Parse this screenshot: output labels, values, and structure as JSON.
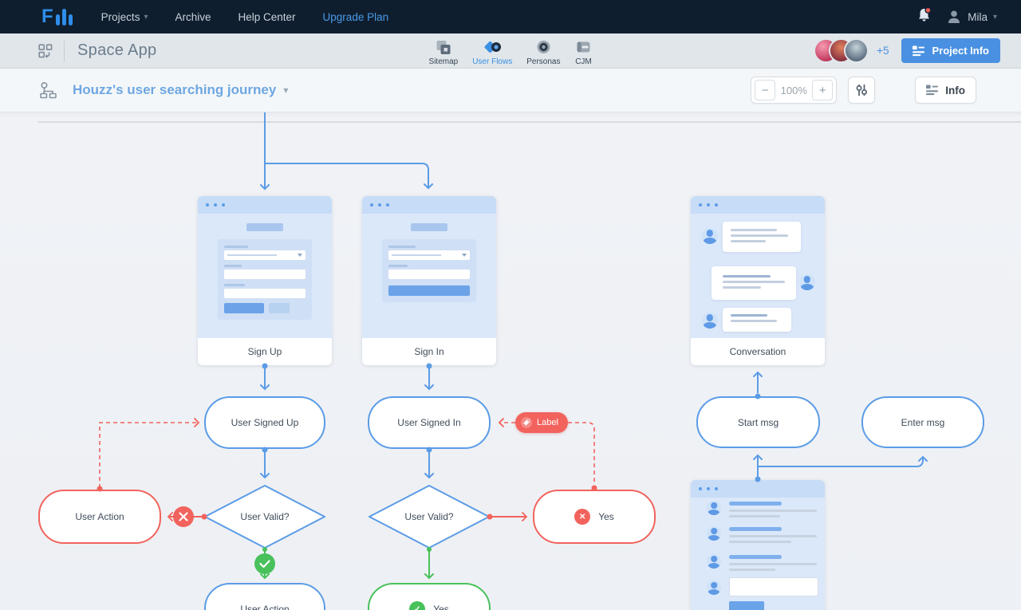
{
  "navbar": {
    "logo_letter": "F",
    "items": [
      {
        "label": "Projects",
        "has_chevron": true
      },
      {
        "label": "Archive"
      },
      {
        "label": "Help Center"
      },
      {
        "label": "Upgrade Plan",
        "highlighted": true
      }
    ],
    "user_name": "Mila"
  },
  "app_bar": {
    "title": "Space App",
    "tabs": [
      {
        "label": "Sitemap",
        "active": false
      },
      {
        "label": "User Flows",
        "active": true
      },
      {
        "label": "Personas",
        "active": false
      },
      {
        "label": "CJM",
        "active": false
      }
    ],
    "avatars_overflow": "+5",
    "project_info_label": "Project Info"
  },
  "toolbar": {
    "flow_title": "Houzz's user searching journey",
    "zoom_out_label": "−",
    "zoom_value": "100%",
    "zoom_in_label": "+",
    "info_label": "Info"
  },
  "canvas": {
    "cards": {
      "sign_up": {
        "label": "Sign Up"
      },
      "sign_in": {
        "label": "Sign In"
      },
      "conversation": {
        "label": "Conversation"
      }
    },
    "nodes": {
      "user_signed_up": {
        "label": "User Signed Up"
      },
      "user_signed_in": {
        "label": "User Signed In"
      },
      "user_valid_left": {
        "label": "User Valid?"
      },
      "user_valid_right": {
        "label": "User Valid?"
      },
      "user_action_left": {
        "label": "User Action"
      },
      "yes_red": {
        "label": "Yes"
      },
      "start_msg": {
        "label": "Start msg"
      },
      "enter_msg": {
        "label": "Enter msg"
      },
      "user_action_bottom": {
        "label": "User Action"
      },
      "yes_green_bottom": {
        "label": "Yes"
      }
    },
    "label_pill": {
      "label": "Label"
    }
  },
  "icons": {
    "chevron_down": "▾"
  },
  "colors": {
    "accent_blue": "#3b8fe4",
    "line_blue": "#5b9ce6",
    "alert_red": "#f2635d",
    "success_green": "#49c15b",
    "navbar_bg": "#0f1e2e"
  }
}
